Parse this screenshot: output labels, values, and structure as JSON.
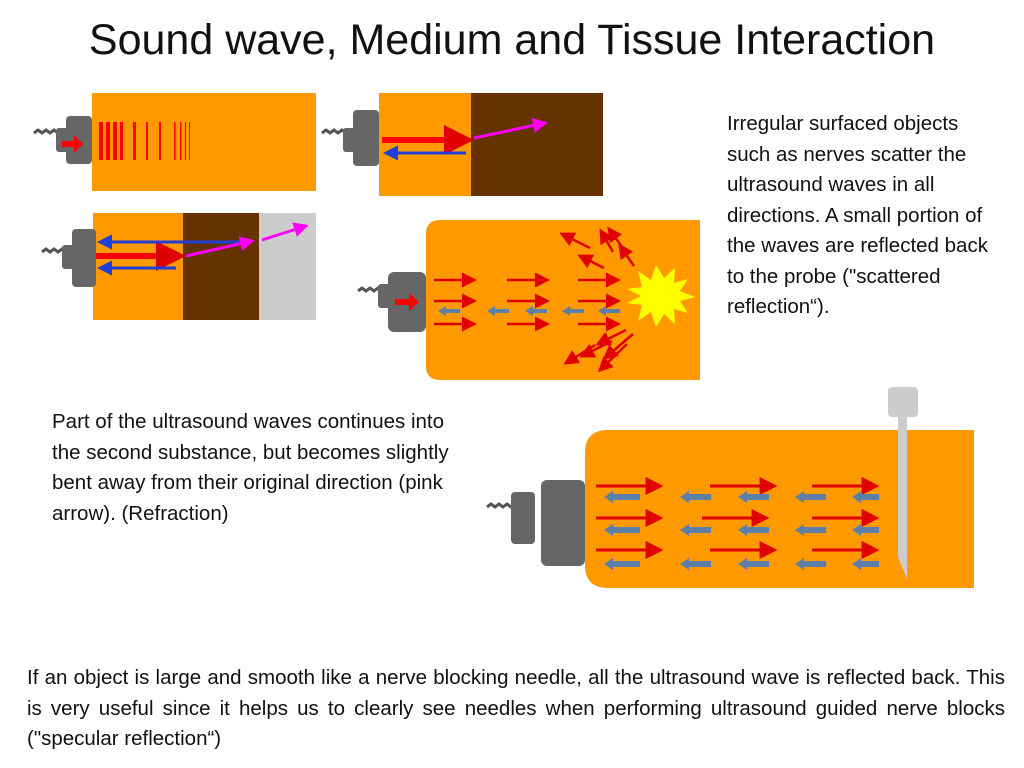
{
  "title": "Sound wave, Medium and Tissue Interaction",
  "text": {
    "scatter": "Irregular surfaced objects such as nerves scatter the ultrasound waves in all directions. A small portion of the waves are reflected back to the probe (\"scattered reflection“).",
    "refraction": "Part of the ultrasound waves continues into the second substance, but becomes slightly bent away from their original direction (pink arrow). (Refraction)",
    "specular": "If an object is large and smooth like a nerve blocking needle, all the ultrasound wave is reflected back. This is very useful since it helps us to clearly see needles when performing ultrasound guided nerve blocks (\"specular reflection“)"
  },
  "colors": {
    "tissue_orange": "#ff9900",
    "tissue_brown": "#663300",
    "tissue_grey": "#cccccc",
    "probe_grey": "#666666",
    "needle_grey": "#cccccc",
    "wave_red": "#ff0000",
    "arrow_red": "#e00000",
    "reflected_blue": "#1f3fd6",
    "refracted_pink": "#ff00ff",
    "scatter_yellow": "#ffff00",
    "echo_grey_blue": "#5b7fa6"
  },
  "icons": [
    "ultrasound-probe-icon",
    "needle-icon",
    "scatter-object-icon"
  ]
}
